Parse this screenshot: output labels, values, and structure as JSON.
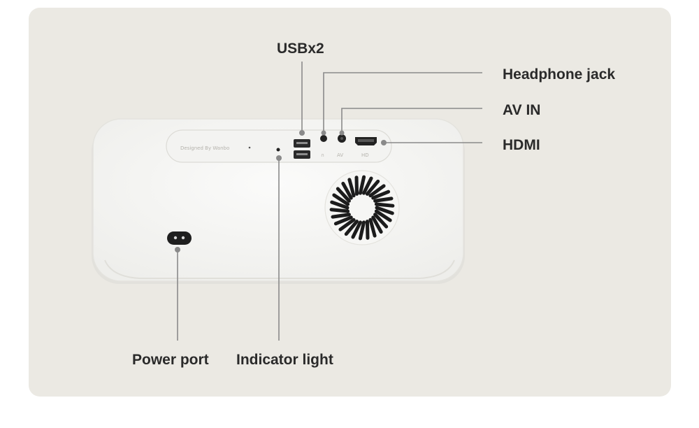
{
  "callouts": {
    "usb": "USBx2",
    "headphone": "Headphone jack",
    "av_in": "AV IN",
    "hdmi": "HDMI",
    "power": "Power port",
    "indicator": "Indicator light"
  },
  "device": {
    "brand_text": "Designed By Wanbo",
    "port_captions": [
      "∩",
      "AV",
      "HD"
    ]
  },
  "colors": {
    "panel": "#ebe9e3",
    "device_body": "#f8f8f6",
    "leader_line": "#8a8a8a",
    "label_text": "#2a2a2a"
  }
}
